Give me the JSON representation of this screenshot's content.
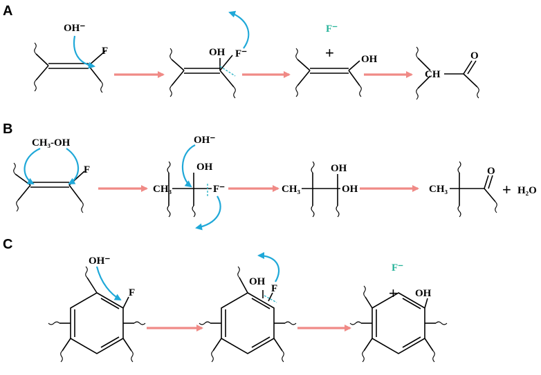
{
  "panels": {
    "A": {
      "label": "A",
      "hydroxide": "OH⁻",
      "fluorine": "F",
      "oh_label": "OH",
      "fluoride_leaving": "F⁻",
      "fluoride_ion": "F⁻",
      "plus": "+",
      "enol_oh": "OH",
      "ch_label": "CH",
      "carbonyl_o": "O"
    },
    "B": {
      "label": "B",
      "methanol": "CH₃-OH",
      "fluorine": "F",
      "hydroxide": "OH⁻",
      "ch3_1": "CH₃",
      "oh_1": "OH",
      "fluoride_leaving": "F⁻",
      "ch3_2": "CH₃",
      "oh_top": "OH",
      "oh_right": "OH",
      "ch3_3": "CH₃",
      "carbonyl_o": "O",
      "plus": "+",
      "water": "H₂O"
    },
    "C": {
      "label": "C",
      "hydroxide": "OH⁻",
      "fluorine": "F",
      "oh_label": "OH",
      "fluorine_2": "F",
      "fluoride_ion": "F⁻",
      "plus": "+",
      "phenol_oh": "OH"
    }
  },
  "colors": {
    "reaction_arrow": "#f08a86",
    "electron_arrow": "#1fa8d8",
    "fluoride_ion": "#27b39a",
    "bond": "#000000"
  }
}
